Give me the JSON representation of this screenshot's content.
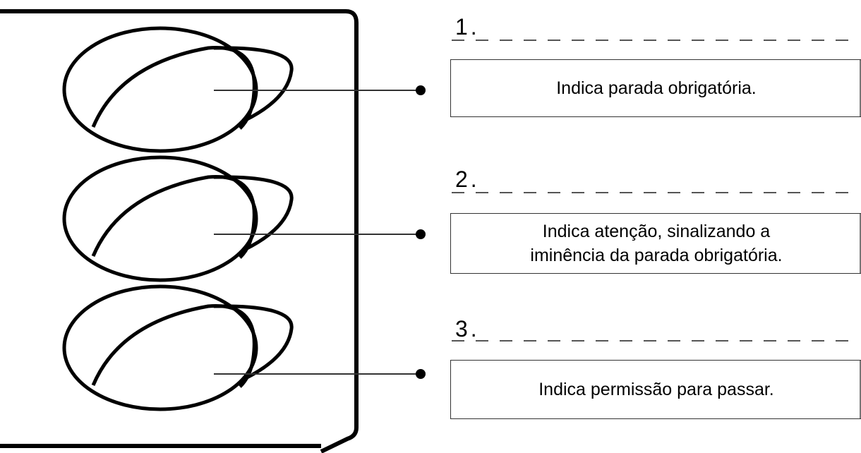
{
  "items": [
    {
      "number": "1.",
      "text_lines": [
        "Indica parada obrigatória."
      ]
    },
    {
      "number": "2.",
      "text_lines": [
        "Indica atenção, sinalizando a",
        "iminência da parada obrigatória."
      ]
    },
    {
      "number": "3.",
      "text_lines": [
        "Indica permissão para passar."
      ]
    }
  ]
}
